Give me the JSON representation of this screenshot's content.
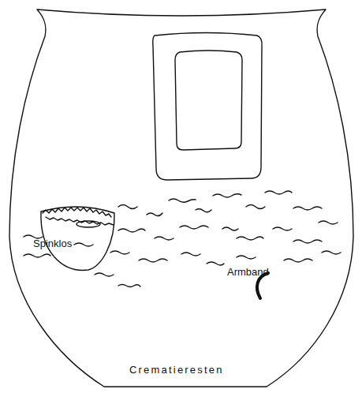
{
  "diagram": {
    "labels": [
      "Spinklos",
      "Armband",
      "Crematieresten"
    ]
  }
}
